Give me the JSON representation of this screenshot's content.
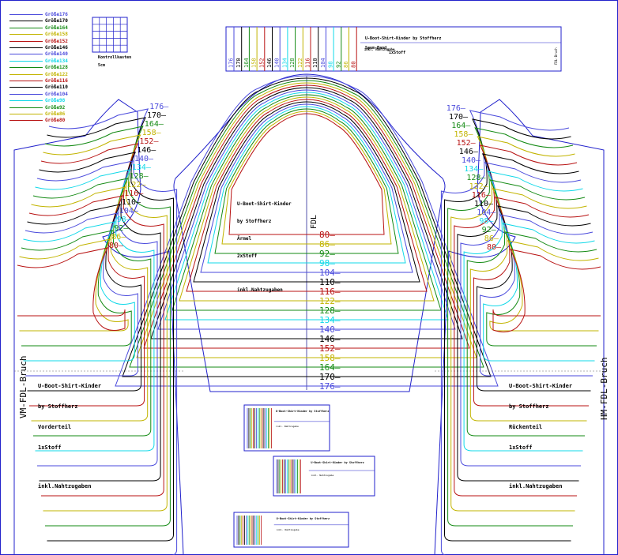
{
  "colors": {
    "frame": "#2222cc",
    "sizes": {
      "176": "#4a4adc",
      "170": "#000000",
      "164": "#138a13",
      "158": "#c2b400",
      "152": "#b81313",
      "146": "#000000",
      "140": "#4a4adc",
      "134": "#10d8e8",
      "128": "#138a13",
      "122": "#c2b400",
      "116": "#b81313",
      "110": "#000000",
      "104": "#4a4adc",
      "98": "#10d8e8",
      "92": "#138a13",
      "86": "#c2b400",
      "80": "#b81313"
    }
  },
  "legend": [
    {
      "size": "176",
      "label": "Größe176"
    },
    {
      "size": "170",
      "label": "Größe170"
    },
    {
      "size": "164",
      "label": "Größe164"
    },
    {
      "size": "158",
      "label": "Größe158"
    },
    {
      "size": "152",
      "label": "Größe152"
    },
    {
      "size": "146",
      "label": "Größe146"
    },
    {
      "size": "140",
      "label": "Größe140"
    },
    {
      "size": "134",
      "label": "Größe134"
    },
    {
      "size": "128",
      "label": "Größe128"
    },
    {
      "size": "122",
      "label": "Größe122"
    },
    {
      "size": "116",
      "label": "Größe116"
    },
    {
      "size": "110",
      "label": "Größe110"
    },
    {
      "size": "104",
      "label": "Größe104"
    },
    {
      "size": "98",
      "label": "Größe98"
    },
    {
      "size": "92",
      "label": "Größe92"
    },
    {
      "size": "86",
      "label": "Größe86"
    },
    {
      "size": "80",
      "label": "Größe80"
    }
  ],
  "control_square": {
    "label": "Kontrollkasten",
    "sublabel": "5cm"
  },
  "sizes_desc": [
    "176",
    "170",
    "164",
    "158",
    "152",
    "146",
    "140",
    "134",
    "128",
    "122",
    "116",
    "110",
    "104",
    "98",
    "92",
    "86",
    "80"
  ],
  "sizes_asc": [
    "80",
    "86",
    "92",
    "98",
    "104",
    "110",
    "116",
    "122",
    "128",
    "134",
    "140",
    "146",
    "152",
    "158",
    "164",
    "170",
    "176"
  ],
  "neckband": {
    "title": "U-Boot-Shirt-Kinder by Stoffherz",
    "part": "Saum-Band",
    "qty": "1xStoff",
    "note": "inkl. Nahtzugabe",
    "fold": "FDL-Bruch"
  },
  "sleeve": {
    "fold_label": "FDL",
    "lines": [
      "U-Boot-Shirt-Kinder",
      "by Stoffherz",
      "Ärmel",
      "2xStoff",
      "",
      "inkl.Nahtzugaben"
    ]
  },
  "front": {
    "fold_label": "VM-FDL-Bruch",
    "lines": [
      "U-Boot-Shirt-Kinder",
      "by Stoffherz",
      "Vorderteil",
      "1xStoff",
      "",
      "inkl.Nahtzugaben"
    ]
  },
  "back": {
    "fold_label": "HM-FDL-Bruch",
    "lines": [
      "U-Boot-Shirt-Kinder",
      "by Stoffherz",
      "Rückenteil",
      "1xStoff",
      "",
      "inkl.Nahtzugaben"
    ]
  }
}
